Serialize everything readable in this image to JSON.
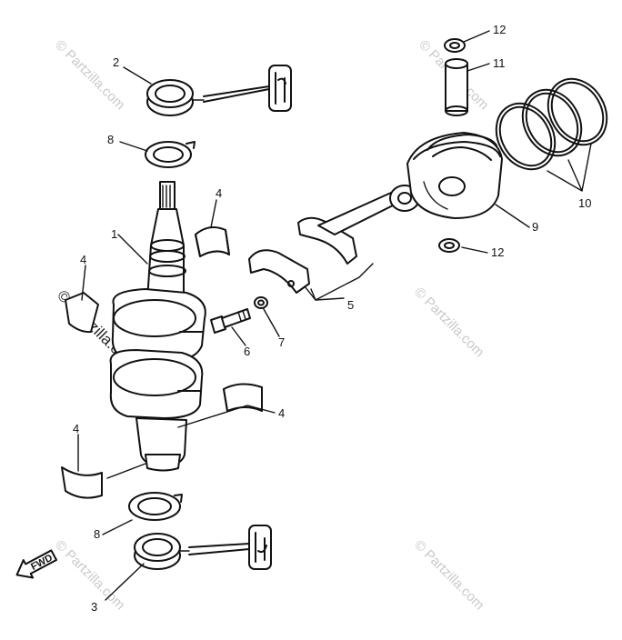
{
  "callouts": [
    {
      "id": "1",
      "text": "1"
    },
    {
      "id": "2",
      "text": "2"
    },
    {
      "id": "3",
      "text": "3"
    },
    {
      "id": "4a",
      "text": "4"
    },
    {
      "id": "4b",
      "text": "4"
    },
    {
      "id": "4c",
      "text": "4"
    },
    {
      "id": "4d",
      "text": "4"
    },
    {
      "id": "5",
      "text": "5"
    },
    {
      "id": "6",
      "text": "6"
    },
    {
      "id": "7",
      "text": "7"
    },
    {
      "id": "8a",
      "text": "8"
    },
    {
      "id": "8b",
      "text": "8"
    },
    {
      "id": "9",
      "text": "9"
    },
    {
      "id": "10",
      "text": "10"
    },
    {
      "id": "11",
      "text": "11"
    },
    {
      "id": "12a",
      "text": "12"
    },
    {
      "id": "12b",
      "text": "12"
    }
  ],
  "fwd_label": "FWD",
  "watermark": "© Partzilla.com",
  "colors": {
    "line": "#111111",
    "watermark": "#c9c9c9",
    "background": "#ffffff"
  }
}
